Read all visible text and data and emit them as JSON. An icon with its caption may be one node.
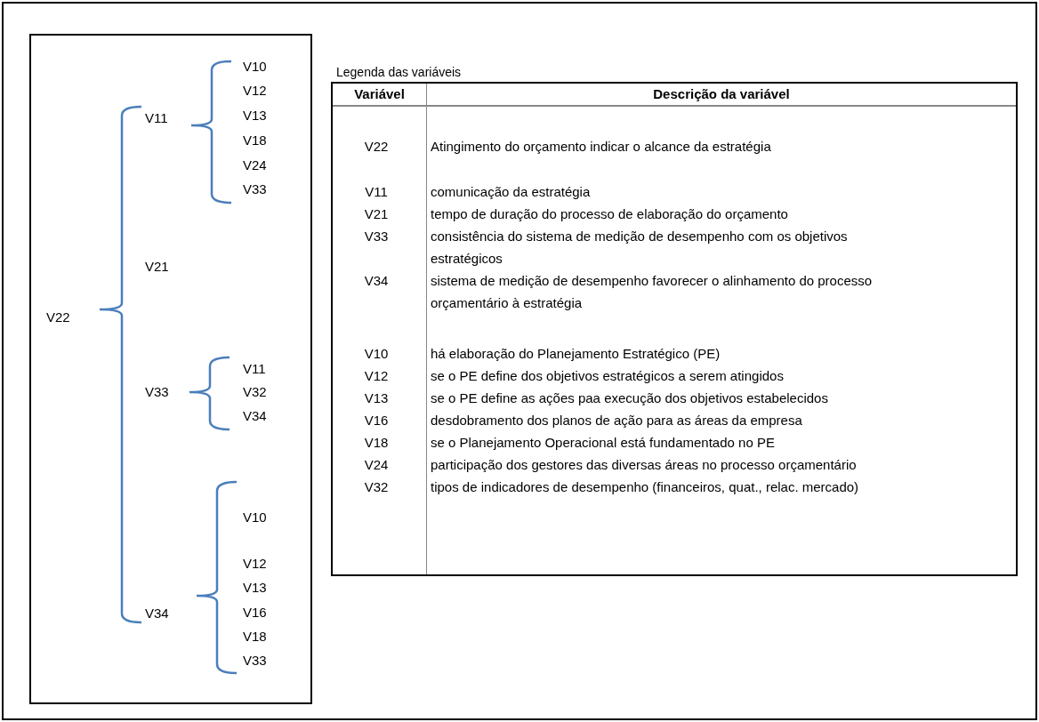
{
  "diagram": {
    "labels": [
      "V22",
      "V11",
      "V10",
      "V12",
      "V13",
      "V18",
      "V24",
      "V33",
      "V21",
      "V33",
      "V11",
      "V32",
      "V34",
      "V34",
      "V10",
      "V12",
      "V13",
      "V16",
      "V18",
      "V33",
      "Legenda das variáveis",
      "Variável",
      "Descrição da variável",
      "V22",
      "Atingimento do orçamento indicar o alcance da estratégia",
      "V11",
      "comunicação da estratégia",
      "V21",
      "tempo de duração do processo de elaboração do orçamento",
      "V33",
      "consistência do sistema de medição de desempenho com os objetivos estratégicos",
      "V34",
      "sistema de medição de desempenho favorecer o alinhamento do processo orçamentário à estratégia",
      "V10",
      "há elaboração do Planejamento Estratégico (PE)",
      "V12",
      "se o PE define dos objetivos estratégicos a serem atingidos",
      "V13",
      "se o PE define as ações paa execução dos objetivos estabelecidos",
      "V16",
      "desdobramento dos planos de ação para as áreas da empresa",
      "V18",
      "se o Planejamento Operacional está fundamentado no PE",
      "V24",
      "participação dos gestores das diversas áreas no processo orçamentário",
      "V32",
      "tipos de indicadores de desempenho (financeiros, quat., relac. mercado)"
    ]
  }
}
